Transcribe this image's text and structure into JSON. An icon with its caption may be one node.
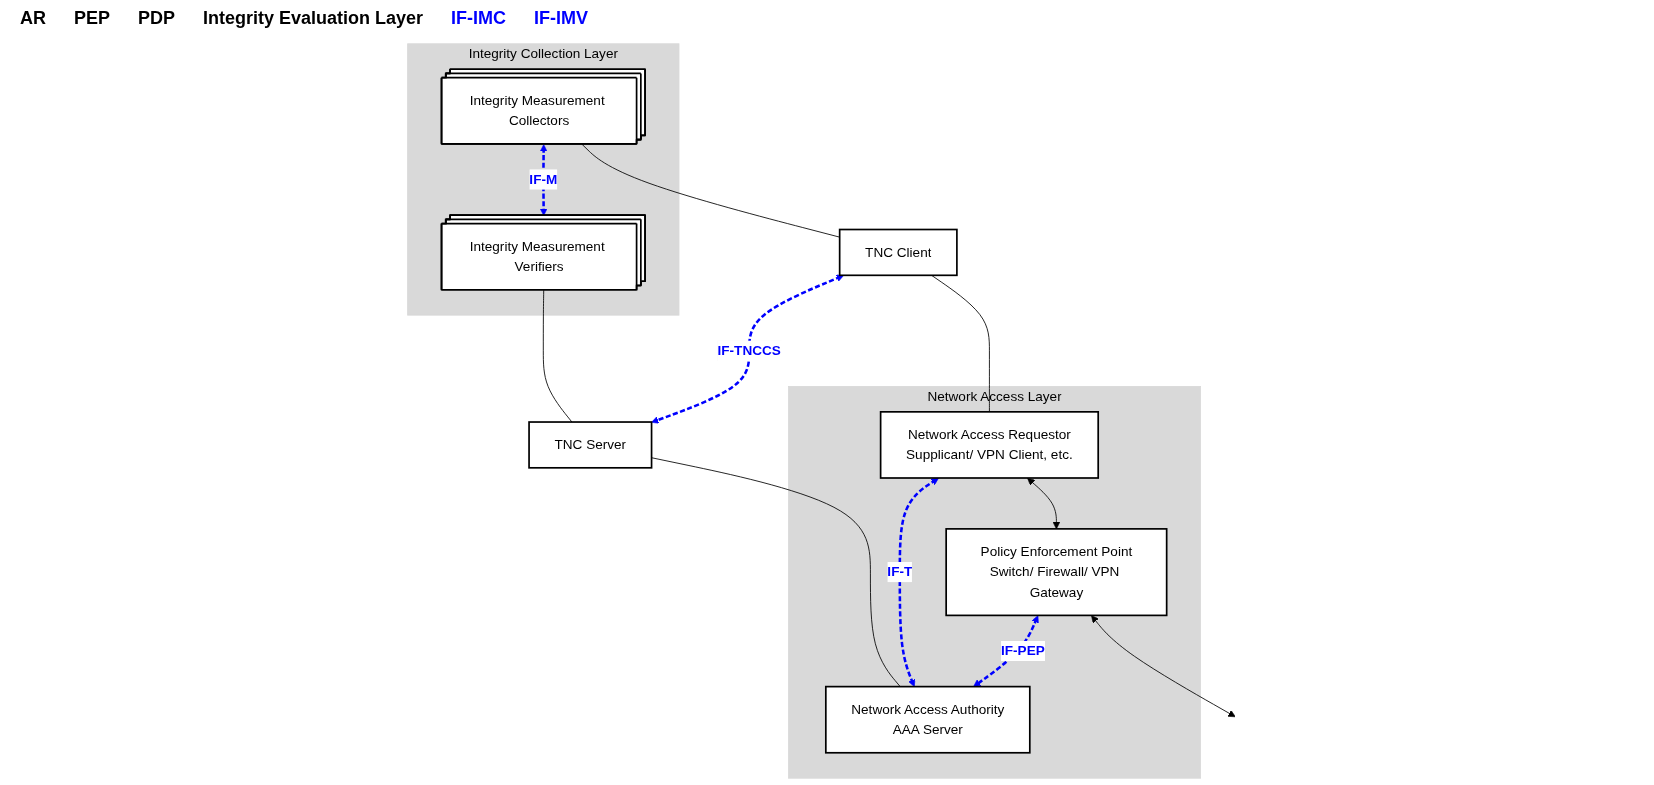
{
  "diagram": {
    "nodes": [
      {
        "text": [
          "Integrity Collection Layer"
        ]
      },
      {
        "text": [
          "Integrity Measurement Collectors"
        ],
        "in": 0
      },
      {
        "text": [
          "Integrity Measurement Verifiers"
        ],
        "in": 0
      },
      {
        "text": [
          "TNC Client"
        ]
      },
      {
        "text": [
          "TNC Server"
        ]
      },
      {
        "text": [
          "Network Access Layer"
        ]
      },
      {
        "text": [
          "Network Access Requestor",
          "Supplicant/ VPN Client, etc."
        ],
        "in": 5
      },
      {
        "text": [
          "Policy Enforcement Point",
          "Switch/ Firewall/ VPN Gateway"
        ],
        "in": 5
      },
      {
        "text": [
          "Network Access Authority",
          "AAA Server"
        ],
        "in": 5
      }
    ],
    "edges": [
      {
        "from": 1,
        "to": 2,
        "arrow": "both",
        "label": "IF-M",
        "style": "dashed",
        "color": "#0000ff"
      },
      {
        "from": 1,
        "to": 3,
        "arrow": "none"
      },
      {
        "from": 2,
        "to": 4,
        "arrow": "none"
      },
      {
        "from": 3,
        "to": 4,
        "arrow": "both",
        "label": "IF-TNCCS",
        "style": "dashed",
        "color": "#0000ff"
      },
      {
        "from": 3,
        "to": 6,
        "arrow": "none"
      },
      {
        "from": 4,
        "to": 8,
        "arrow": "none"
      },
      {
        "from": 6,
        "to": 8,
        "arrow": "both",
        "label": "IF-T",
        "style": "dashed",
        "color": "#0000ff"
      },
      {
        "from": 6,
        "to": 7,
        "arrow": "both"
      },
      {
        "from": 7,
        "to": 8,
        "arrow": "both",
        "label": "IF-PEP",
        "style": "dashed",
        "color": "#0000ff"
      },
      {
        "from": 7,
        "to": null,
        "arrow": "both"
      }
    ],
    "labels": [
      "AR",
      "PEP",
      "PDP",
      "Integrity Evaluation Layer",
      "IF-IMC",
      "IF-IMV"
    ]
  }
}
